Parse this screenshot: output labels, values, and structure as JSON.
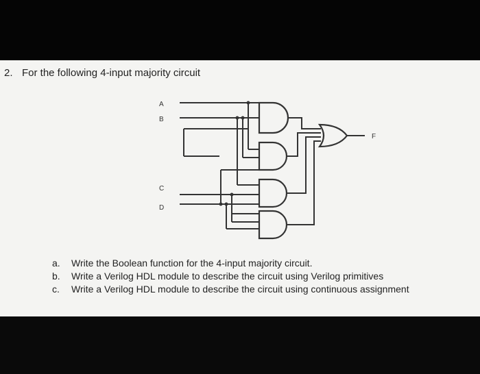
{
  "question": {
    "number": "2.",
    "text": "For the following 4-input majority circuit"
  },
  "circuit": {
    "inputs": [
      "A",
      "B",
      "C",
      "D"
    ],
    "output": "F",
    "gates": [
      "and",
      "and",
      "and",
      "and",
      "or"
    ]
  },
  "tasks": [
    {
      "letter": "a.",
      "text": "Write the Boolean function for the 4-input majority circuit."
    },
    {
      "letter": "b.",
      "text": "Write a Verilog HDL module to describe the circuit using Verilog primitives"
    },
    {
      "letter": "c.",
      "text": "Write a Verilog HDL module to describe the circuit using continuous assignment"
    }
  ]
}
